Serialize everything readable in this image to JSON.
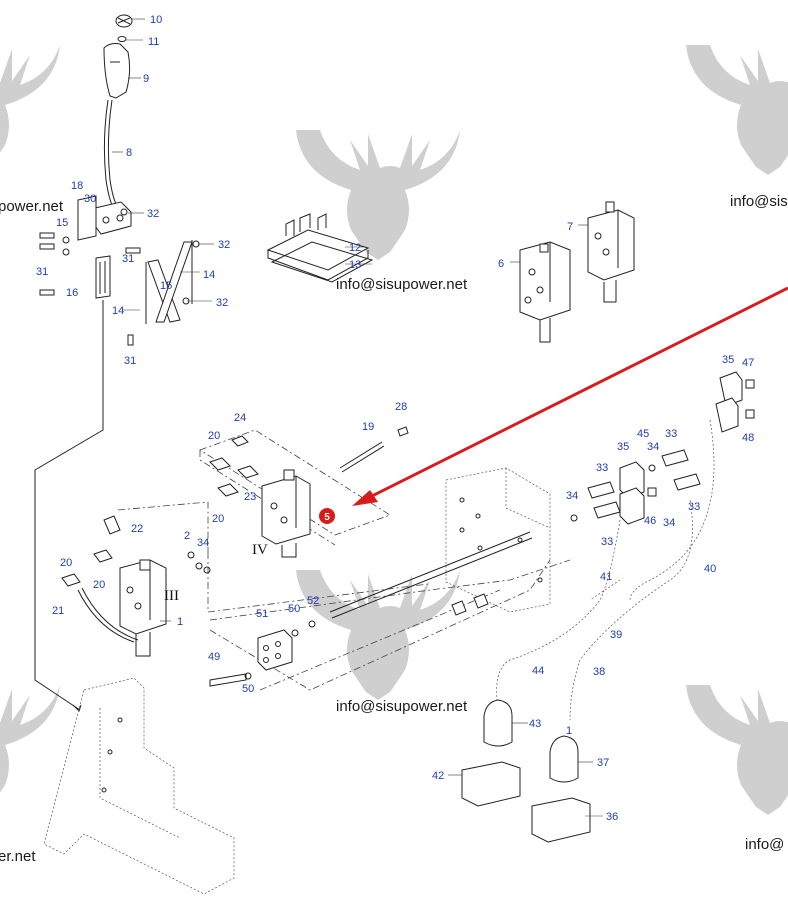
{
  "diagram": {
    "callouts": [
      {
        "id": "c10",
        "label": "10"
      },
      {
        "id": "c11",
        "label": "11"
      },
      {
        "id": "c9",
        "label": "9"
      },
      {
        "id": "c8",
        "label": "8"
      },
      {
        "id": "c18",
        "label": "18"
      },
      {
        "id": "c30",
        "label": "30"
      },
      {
        "id": "c15a",
        "label": "15"
      },
      {
        "id": "c32a",
        "label": "32"
      },
      {
        "id": "c32b",
        "label": "32"
      },
      {
        "id": "c31a",
        "label": "31"
      },
      {
        "id": "c31b",
        "label": "31"
      },
      {
        "id": "c16",
        "label": "16"
      },
      {
        "id": "c15b",
        "label": "15"
      },
      {
        "id": "c14a",
        "label": "14"
      },
      {
        "id": "c32c",
        "label": "32"
      },
      {
        "id": "c14b",
        "label": "14"
      },
      {
        "id": "c31c",
        "label": "31"
      },
      {
        "id": "c12",
        "label": "12"
      },
      {
        "id": "c13",
        "label": "13"
      },
      {
        "id": "c6",
        "label": "6"
      },
      {
        "id": "c7",
        "label": "7"
      },
      {
        "id": "c35a",
        "label": "35"
      },
      {
        "id": "c47",
        "label": "47"
      },
      {
        "id": "c48",
        "label": "48"
      },
      {
        "id": "c28",
        "label": "28"
      },
      {
        "id": "c19",
        "label": "19"
      },
      {
        "id": "c24",
        "label": "24"
      },
      {
        "id": "c20a",
        "label": "20"
      },
      {
        "id": "c23",
        "label": "23"
      },
      {
        "id": "c20b",
        "label": "20"
      },
      {
        "id": "c22",
        "label": "22"
      },
      {
        "id": "c2",
        "label": "2"
      },
      {
        "id": "c34a",
        "label": "34"
      },
      {
        "id": "c5",
        "label": "5"
      },
      {
        "id": "c20c",
        "label": "20"
      },
      {
        "id": "c20d",
        "label": "20"
      },
      {
        "id": "c21",
        "label": "21"
      },
      {
        "id": "c1a",
        "label": "1"
      },
      {
        "id": "c51",
        "label": "51"
      },
      {
        "id": "c50a",
        "label": "50"
      },
      {
        "id": "c52",
        "label": "52"
      },
      {
        "id": "c49",
        "label": "49"
      },
      {
        "id": "c50b",
        "label": "50"
      },
      {
        "id": "c45",
        "label": "45"
      },
      {
        "id": "c34b",
        "label": "34"
      },
      {
        "id": "c33a",
        "label": "33"
      },
      {
        "id": "c35b",
        "label": "35"
      },
      {
        "id": "c33b",
        "label": "33"
      },
      {
        "id": "c34c",
        "label": "34"
      },
      {
        "id": "c33c",
        "label": "33"
      },
      {
        "id": "c46",
        "label": "46"
      },
      {
        "id": "c34d",
        "label": "34"
      },
      {
        "id": "c33d",
        "label": "33"
      },
      {
        "id": "c40",
        "label": "40"
      },
      {
        "id": "c41",
        "label": "41"
      },
      {
        "id": "c39",
        "label": "39"
      },
      {
        "id": "c44",
        "label": "44"
      },
      {
        "id": "c38",
        "label": "38"
      },
      {
        "id": "c43",
        "label": "43"
      },
      {
        "id": "c1b",
        "label": "1"
      },
      {
        "id": "c37",
        "label": "37"
      },
      {
        "id": "c42",
        "label": "42"
      },
      {
        "id": "c36",
        "label": "36"
      }
    ],
    "roman_labels": {
      "valve_iv": "IV",
      "valve_iii": "III"
    },
    "watermark_texts": {
      "wm1": "info@sisupower.net",
      "wm2": "info@sisupower.net",
      "wm3": "info@sisupower.net",
      "wm_left_top": "power.net",
      "wm_left_bottom": "er.net",
      "wm_right_top": "info@sis",
      "wm_right_bottom": "info@"
    },
    "colors": {
      "callout_text": "#1f3fae",
      "arrow": "#d81b1b",
      "marker": "#d81b1b",
      "watermark": "#c8c8c8"
    }
  }
}
